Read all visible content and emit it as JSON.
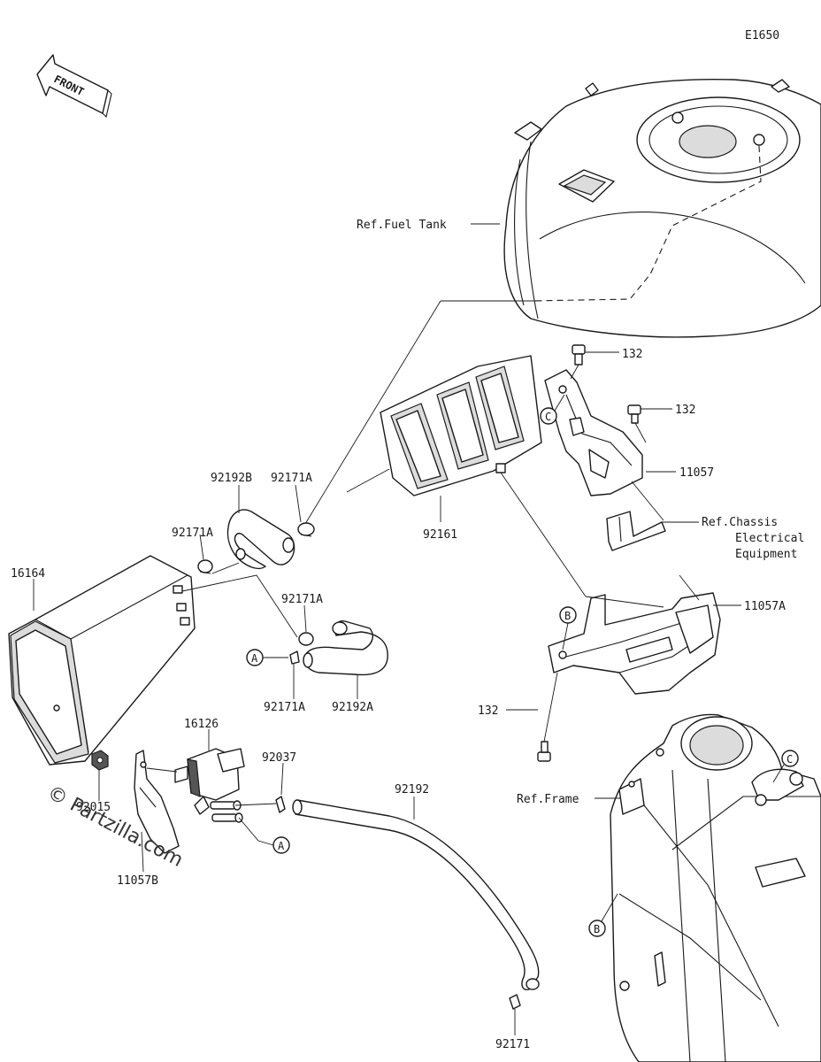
{
  "diagram_code": "E1650",
  "front_label": "FRONT",
  "watermark": "© Partzilla.com",
  "ref_labels": {
    "fuel_tank": "Ref.Fuel Tank",
    "chassis_line1": "Ref.Chassis",
    "chassis_line2": "Electrical",
    "chassis_line3": "Equipment",
    "frame": "Ref.Frame"
  },
  "part_labels": {
    "p132_a": "132",
    "p132_b": "132",
    "p132_c": "132",
    "p11057": "11057",
    "p11057a": "11057A",
    "p11057b": "11057B",
    "p92161": "92161",
    "p92192b": "92192B",
    "p92171a_1": "92171A",
    "p92171a_2": "92171A",
    "p92171a_3": "92171A",
    "p92171a_4": "92171A",
    "p92192a": "92192A",
    "p16164": "16164",
    "p16126": "16126",
    "p92037": "92037",
    "p92015": "92015",
    "p92192": "92192",
    "p92171": "92171"
  },
  "callouts": {
    "a1": "A",
    "a2": "A",
    "b1": "B",
    "b2": "B",
    "c1": "C",
    "c2": "C"
  }
}
